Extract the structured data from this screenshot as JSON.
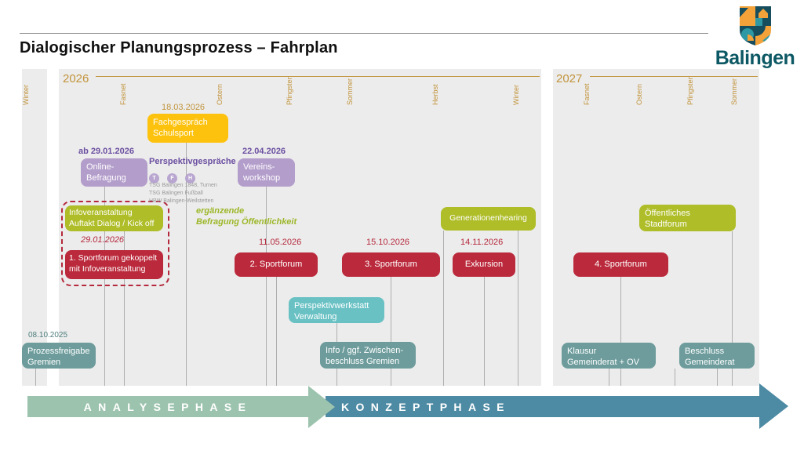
{
  "header": {
    "title": "Dialogischer Planungsprozess – Fahrplan",
    "logo_text": "Balingen"
  },
  "timeline": {
    "winter_strip_label": "Winter",
    "year_2026": "2026",
    "year_2027": "2027",
    "seasons_2026": [
      "Fasnet",
      "Ostern",
      "Pfingsten",
      "Sommer",
      "Herbst",
      "Winter"
    ],
    "seasons_2027": [
      "Fasnet",
      "Ostern",
      "Pfingsten",
      "Sommer"
    ]
  },
  "events": {
    "prozessfreigabe": {
      "date": "08.10.2025",
      "label": "Prozessfreigabe\nGremien"
    },
    "online_befragung": {
      "date": "ab 29.01.2026",
      "label": "Online-\nBefragung"
    },
    "fachgespraech": {
      "date": "18.03.2026",
      "label": "Fachgespräch\nSchulsport"
    },
    "vereinsworkshop": {
      "date": "22.04.2026",
      "label": "Vereins-\nworkshop"
    },
    "infoveranstaltung": {
      "label": "Infoveranstaltung\nAuftakt Dialog / Kick off"
    },
    "sportforum1": {
      "date": "29.01.2026",
      "label": "1. Sportforum gekoppelt\nmit Infoveranstaltung"
    },
    "sportforum2": {
      "date": "11.05.2026",
      "label": "2. Sportforum"
    },
    "sportforum3": {
      "date": "15.10.2026",
      "label": "3. Sportforum"
    },
    "exkursion": {
      "date": "14.11.2026",
      "label": "Exkursion"
    },
    "generationenhearing": {
      "label": "Generationenhearing"
    },
    "perspektivwerkstatt": {
      "label": "Perspektivwerkstatt\nVerwaltung"
    },
    "zwischenbeschluss": {
      "label": "Info / ggf. Zwischen-\nbeschluss Gremien"
    },
    "stadtforum": {
      "label": "Öffentliches\nStadtforum"
    },
    "sportforum4": {
      "label": "4. Sportforum"
    },
    "klausur": {
      "label": "Klausur\nGemeinderat + OV"
    },
    "beschluss": {
      "label": "Beschluss\nGemeinderat"
    }
  },
  "annotations": {
    "perspektivgespraeche": {
      "title": "Perspektivgespräche",
      "circles": [
        "T",
        "F",
        "H"
      ],
      "clubs": "TSG Balingen 1848, Turnen\nTSG Balingen Fußball\nHBW Balingen-Weilstetten"
    },
    "ergaenzende": "ergänzende\nBefragung Öffentlichkeit"
  },
  "phases": {
    "analyse": "ANALYSEPHASE",
    "konzept": "KONZEPTPHASE"
  },
  "colors": {
    "gold": "#c2943c",
    "yellow": "#fdc20e",
    "purple": "#b39dcb",
    "purple_text": "#6b4fa1",
    "green": "#aebd28",
    "red": "#bb2a3c",
    "teal": "#69c1c4",
    "gray_teal": "#6e9c9c",
    "arrow_analyse": "#9cc3ad",
    "arrow_konzept": "#4d8aa3"
  }
}
